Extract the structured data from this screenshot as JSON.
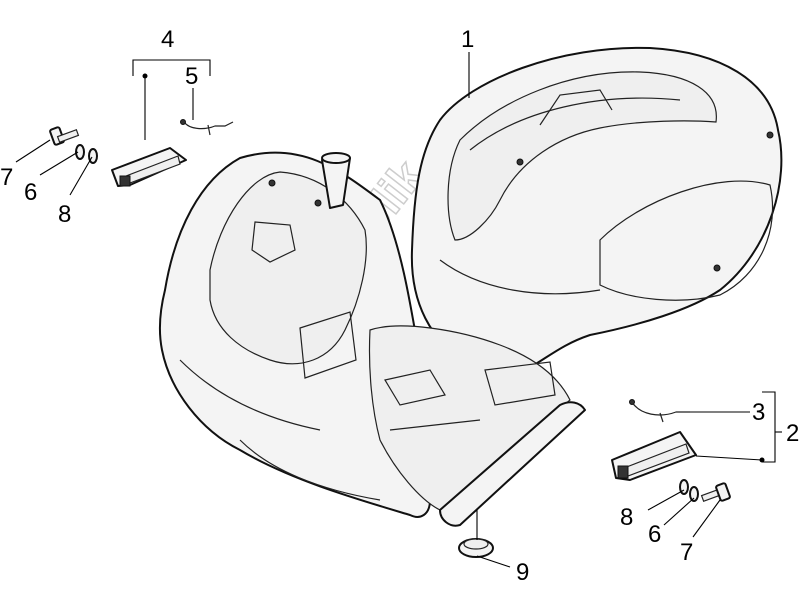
{
  "callouts": {
    "c1": "1",
    "c2": "2",
    "c3": "3",
    "c4": "4",
    "c5": "5",
    "c6a": "6",
    "c6b": "6",
    "c7a": "7",
    "c7b": "7",
    "c8a": "8",
    "c8b": "8",
    "c9": "9"
  },
  "watermark": {
    "text": "PartsRepublik"
  },
  "icons": {
    "watermark_logo": "gear-icon"
  }
}
